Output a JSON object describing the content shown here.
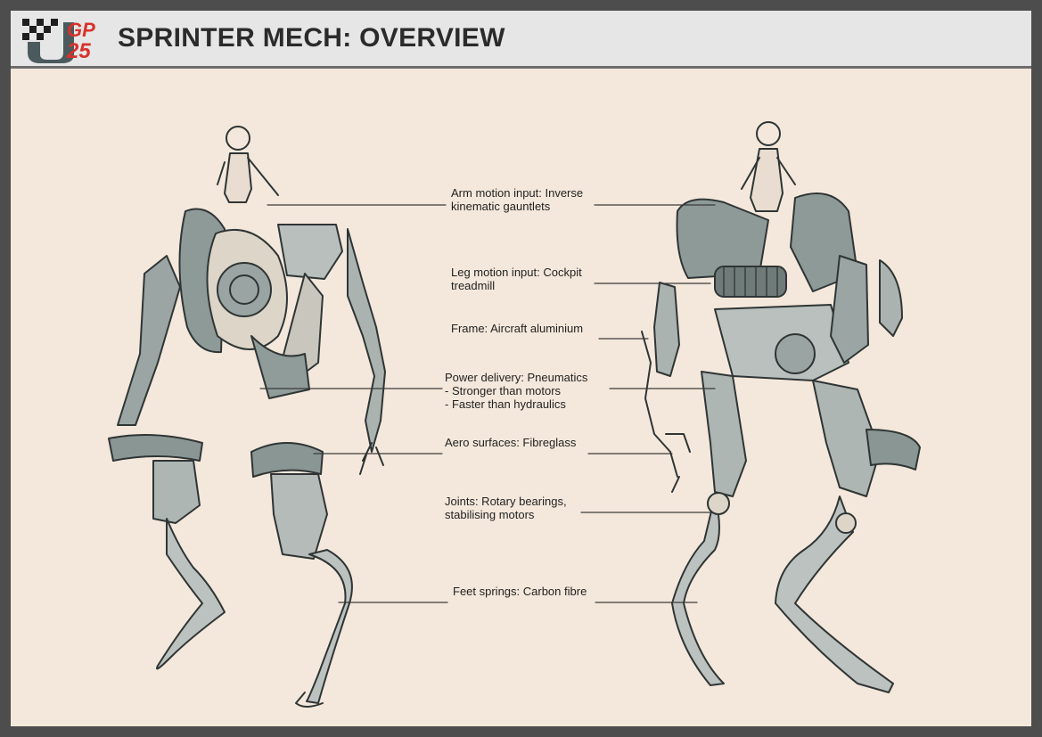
{
  "header": {
    "title": "SPRINTER MECH: OVERVIEW",
    "logo_text": "GP 25",
    "logo_color": "#d8322b"
  },
  "callouts": {
    "arm": "Arm motion input: Inverse\nkinematic gauntlets",
    "leg": "Leg motion input: Cockpit\ntreadmill",
    "frame": "Frame: Aircraft aluminium",
    "power": "Power delivery: Pneumatics\n- Stronger than motors\n- Faster than hydraulics",
    "aero": "Aero surfaces: Fibreglass",
    "joints": "Joints: Rotary bearings,\nstabilising motors",
    "feet": "Feet springs: Carbon fibre"
  },
  "colors": {
    "paper": "#f4e8dc",
    "ink": "#333a3a",
    "shade": "#7f8c8a"
  }
}
